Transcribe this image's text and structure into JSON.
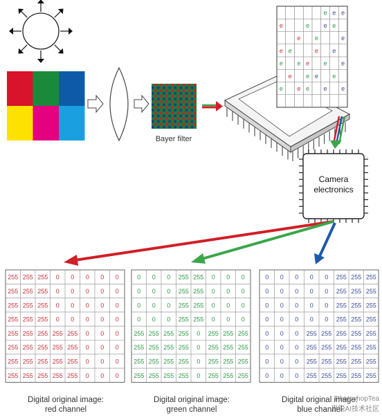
{
  "labels": {
    "bayer_filter": "Bayer filter",
    "camera_line1": "Camera",
    "camera_line2": "electronics",
    "electron_symbol": "e"
  },
  "channels": [
    {
      "id": "red",
      "caption_line1": "Digital original image:",
      "caption_line2": "red channel",
      "text_color": "#c8323c",
      "grid": [
        [
          "255",
          "255",
          "255",
          "0",
          "0",
          "0",
          "0",
          "0"
        ],
        [
          "255",
          "255",
          "255",
          "0",
          "0",
          "0",
          "0",
          "0"
        ],
        [
          "255",
          "255",
          "255",
          "0",
          "0",
          "0",
          "0",
          "0"
        ],
        [
          "255",
          "255",
          "255",
          "0",
          "0",
          "0",
          "0",
          "0"
        ],
        [
          "255",
          "255",
          "255",
          "255",
          "255",
          "0",
          "0",
          "0"
        ],
        [
          "255",
          "255",
          "255",
          "255",
          "255",
          "0",
          "0",
          "0"
        ],
        [
          "255",
          "255",
          "255",
          "255",
          "255",
          "0",
          "0",
          "0"
        ],
        [
          "255",
          "255",
          "255",
          "255",
          "255",
          "0",
          "0",
          "0"
        ]
      ]
    },
    {
      "id": "green",
      "caption_line1": "Digital original image:",
      "caption_line2": "green channel",
      "text_color": "#2e9a48",
      "grid": [
        [
          "0",
          "0",
          "0",
          "255",
          "255",
          "0",
          "0",
          "0"
        ],
        [
          "0",
          "0",
          "0",
          "255",
          "255",
          "0",
          "0",
          "0"
        ],
        [
          "0",
          "0",
          "0",
          "255",
          "255",
          "0",
          "0",
          "0"
        ],
        [
          "0",
          "0",
          "0",
          "255",
          "255",
          "0",
          "0",
          "0"
        ],
        [
          "255",
          "255",
          "255",
          "255",
          "0",
          "255",
          "255",
          "255"
        ],
        [
          "255",
          "255",
          "255",
          "255",
          "0",
          "255",
          "255",
          "255"
        ],
        [
          "255",
          "255",
          "255",
          "255",
          "0",
          "255",
          "255",
          "255"
        ],
        [
          "255",
          "255",
          "255",
          "255",
          "0",
          "255",
          "255",
          "255"
        ]
      ]
    },
    {
      "id": "blue",
      "caption_line1": "Digital original image:",
      "caption_line2": "blue channel",
      "text_color": "#3a4f96",
      "grid": [
        [
          "0",
          "0",
          "0",
          "0",
          "0",
          "255",
          "255",
          "255"
        ],
        [
          "0",
          "0",
          "0",
          "0",
          "0",
          "255",
          "255",
          "255"
        ],
        [
          "0",
          "0",
          "0",
          "0",
          "0",
          "255",
          "255",
          "255"
        ],
        [
          "0",
          "0",
          "0",
          "0",
          "0",
          "255",
          "255",
          "255"
        ],
        [
          "0",
          "0",
          "0",
          "255",
          "255",
          "255",
          "255",
          "255"
        ],
        [
          "0",
          "0",
          "0",
          "255",
          "255",
          "255",
          "255",
          "255"
        ],
        [
          "0",
          "0",
          "0",
          "255",
          "255",
          "255",
          "255",
          "255"
        ],
        [
          "0",
          "0",
          "0",
          "255",
          "255",
          "255",
          "255",
          "255"
        ]
      ]
    }
  ],
  "source_image_colors": [
    "#d7142b",
    "#1a8a3a",
    "#0e5aa8",
    "#fde100",
    "#e4007f",
    "#1aa0e0"
  ],
  "bayer_colors": {
    "red": "#c4212e",
    "green": "#1f7a3a",
    "blue": "#1d3c8c"
  },
  "arrow_colors": {
    "red": "#d01f26",
    "green": "#3aa64a",
    "blue": "#1f5aa8"
  },
  "sensor_electrons": [
    {
      "row": 0,
      "col": 5,
      "color": "#2e9a48"
    },
    {
      "row": 0,
      "col": 6,
      "color": "#3a4f96"
    },
    {
      "row": 0,
      "col": 7,
      "color": "#3a4f96"
    },
    {
      "row": 1,
      "col": 0,
      "color": "#c8323c"
    },
    {
      "row": 1,
      "col": 3,
      "color": "#2e9a48"
    },
    {
      "row": 1,
      "col": 5,
      "color": "#3a4f96"
    },
    {
      "row": 1,
      "col": 6,
      "color": "#2e9a48"
    },
    {
      "row": 2,
      "col": 2,
      "color": "#c8323c"
    },
    {
      "row": 2,
      "col": 4,
      "color": "#2e9a48"
    },
    {
      "row": 2,
      "col": 7,
      "color": "#3a4f96"
    },
    {
      "row": 3,
      "col": 0,
      "color": "#c8323c"
    },
    {
      "row": 3,
      "col": 1,
      "color": "#2e9a48"
    },
    {
      "row": 3,
      "col": 4,
      "color": "#c8323c"
    },
    {
      "row": 3,
      "col": 6,
      "color": "#3a4f96"
    },
    {
      "row": 4,
      "col": 0,
      "color": "#2e9a48"
    },
    {
      "row": 4,
      "col": 2,
      "color": "#2e9a48"
    },
    {
      "row": 4,
      "col": 3,
      "color": "#c8323c"
    },
    {
      "row": 4,
      "col": 5,
      "color": "#2e9a48"
    },
    {
      "row": 4,
      "col": 7,
      "color": "#3a4f96"
    },
    {
      "row": 5,
      "col": 1,
      "color": "#c8323c"
    },
    {
      "row": 5,
      "col": 3,
      "color": "#2e9a48"
    },
    {
      "row": 5,
      "col": 4,
      "color": "#3a4f96"
    },
    {
      "row": 5,
      "col": 6,
      "color": "#2e9a48"
    },
    {
      "row": 6,
      "col": 0,
      "color": "#2e9a48"
    },
    {
      "row": 6,
      "col": 2,
      "color": "#c8323c"
    },
    {
      "row": 6,
      "col": 3,
      "color": "#2e9a48"
    },
    {
      "row": 6,
      "col": 5,
      "color": "#3a4f96"
    },
    {
      "row": 6,
      "col": 7,
      "color": "#3a4f96"
    }
  ],
  "watermark": {
    "line1": "PhotoshopTea",
    "line2": "思锐AI技术社区"
  }
}
